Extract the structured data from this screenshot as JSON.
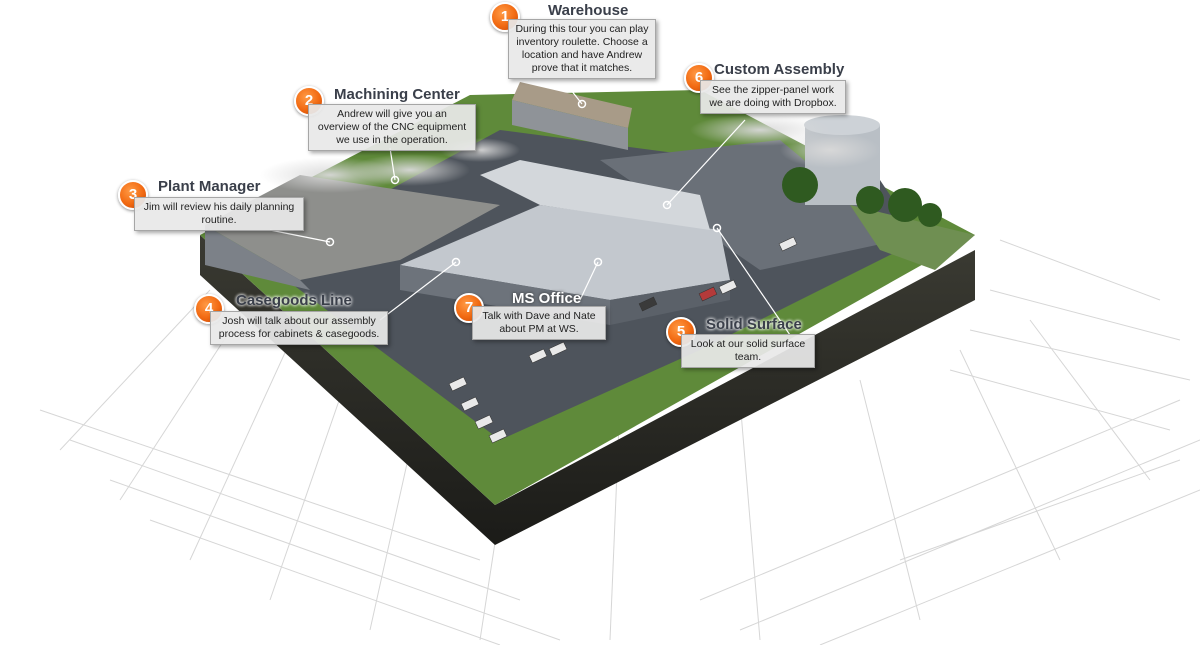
{
  "stops": [
    {
      "number": "1",
      "title": "Warehouse",
      "lines": [
        "During this tour you can play",
        "inventory roulette. Choose a",
        "location and have Andrew",
        "prove that it matches."
      ]
    },
    {
      "number": "2",
      "title": "Machining Center",
      "lines": [
        "Andrew will give you an",
        "overview of the CNC equipment",
        "we use in the operation."
      ]
    },
    {
      "number": "3",
      "title": "Plant Manager",
      "lines": [
        "Jim will review his daily planning",
        "routine."
      ]
    },
    {
      "number": "4",
      "title": "Casegoods Line",
      "lines": [
        "Josh will talk about our assembly",
        "process for cabinets & casegoods."
      ]
    },
    {
      "number": "5",
      "title": "Solid Surface",
      "lines": [
        "Look at our solid surface",
        "team."
      ]
    },
    {
      "number": "6",
      "title": "Custom Assembly",
      "lines": [
        "See the zipper-panel work",
        "we are doing with Dropbox."
      ]
    },
    {
      "number": "7",
      "title": "MS Office",
      "lines": [
        "Talk with Dave and Nate",
        "about PM at WS."
      ]
    }
  ],
  "colors": {
    "badge": "#f26a12",
    "box_bg": "#e8e8e8",
    "grass": "#5f8a3a",
    "asphalt": "#4e545c",
    "roof": "#b9bec4",
    "soil": "#2b2b26",
    "grid": "#d4d4d4"
  }
}
